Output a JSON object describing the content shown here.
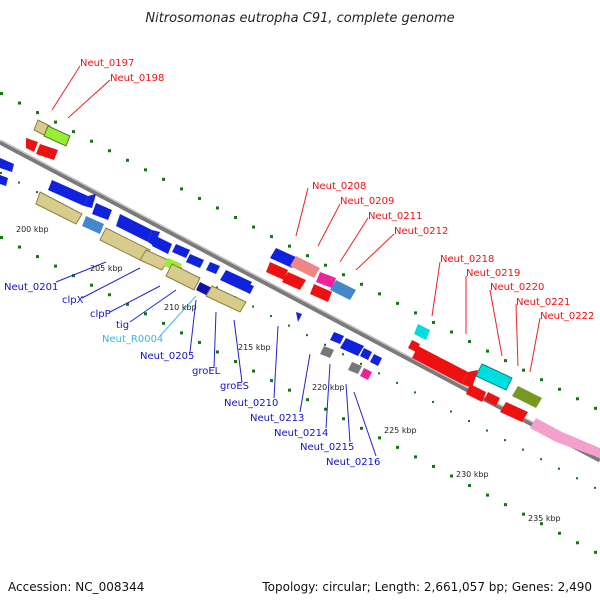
{
  "title": "Nitrosomonas eutropha C91, complete genome",
  "footer": {
    "accession": "Accession: NC_008344",
    "summary": "Topology: circular; Length: 2,661,057 bp; Genes: 2,490"
  },
  "colors": {
    "forward": "#0000ee",
    "reverse": "#ee0000",
    "rna": "#33bbdd",
    "backbone": "#888888",
    "tick": "#117711"
  },
  "ticks": [
    "200 kbp",
    "205 kbp",
    "210 kbp",
    "215 kbp",
    "220 kbp",
    "225 kbp",
    "230 kbp",
    "235 kbp"
  ],
  "labels_top": [
    "Neut_0197",
    "Neut_0198",
    "Neut_0208",
    "Neut_0209",
    "Neut_0211",
    "Neut_0212",
    "Neut_0218",
    "Neut_0219",
    "Neut_0220",
    "Neut_0221",
    "Neut_0222"
  ],
  "labels_bottom": [
    "Neut_0201",
    "clpX",
    "clpP",
    "tig",
    "Neut_R0004",
    "Neut_0205",
    "groEL",
    "groES",
    "Neut_0210",
    "Neut_0213",
    "Neut_0214",
    "Neut_0215",
    "Neut_0216"
  ]
}
